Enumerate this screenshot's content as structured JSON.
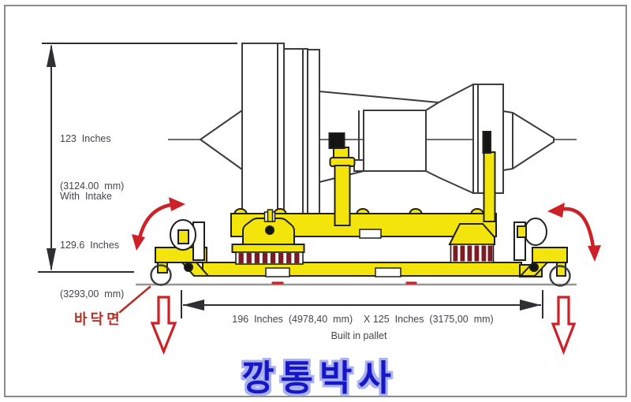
{
  "labels": {
    "height": {
      "l1": "123  Inches",
      "l2": "(3124.00  mm)"
    },
    "intake": {
      "l1": "With  Intake",
      "l2": "129.6  Inches",
      "l3": "(3293,00  mm)"
    },
    "footprint": {
      "l1": "196  Inches  (4978,40  mm)    X 125  Inches  (3175,00  mm)",
      "l2": "Built in pallet"
    },
    "floor": "바닥면",
    "watermark": "깡통박사"
  },
  "colors": {
    "pallet_yellow": "#f3e50c",
    "isolator_maroon": "#7d1b22",
    "annotation_red": "#ce2127",
    "floor_label_red": "#b33127",
    "watermark_blue": "#1717c8",
    "watermark_outline": "#a9b2ee",
    "drawing_gray": "#3b3b40",
    "dimension_text": "#44444e"
  }
}
